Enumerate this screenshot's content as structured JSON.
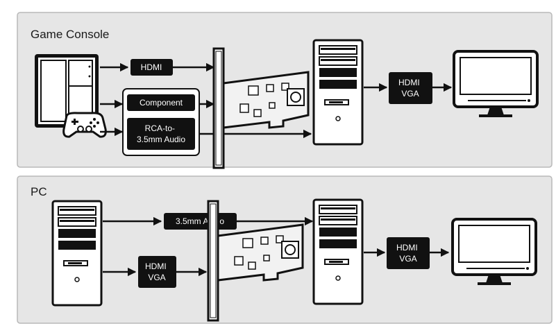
{
  "panels": {
    "console": {
      "title": "Game Console",
      "labels": {
        "hdmi": "HDMI",
        "component": "Component",
        "rca_line1": "RCA-to-",
        "rca_line2": "3.5mm Audio",
        "out_line1": "HDMI",
        "out_line2": "VGA"
      }
    },
    "pc": {
      "title": "PC",
      "labels": {
        "audio": "3.5mm Audio",
        "in_line1": "HDMI",
        "in_line2": "VGA",
        "out_line1": "HDMI",
        "out_line2": "VGA"
      }
    }
  },
  "colors": {
    "panel_fill": "#e6e6e6",
    "panel_border": "#b9b9b9",
    "ink": "#111111",
    "device_fill": "#ffffff",
    "card_fill": "#f2f2f2"
  },
  "icons": [
    "game-console-icon",
    "gamepad-icon",
    "capture-card-icon",
    "desktop-tower-icon",
    "monitor-icon"
  ]
}
